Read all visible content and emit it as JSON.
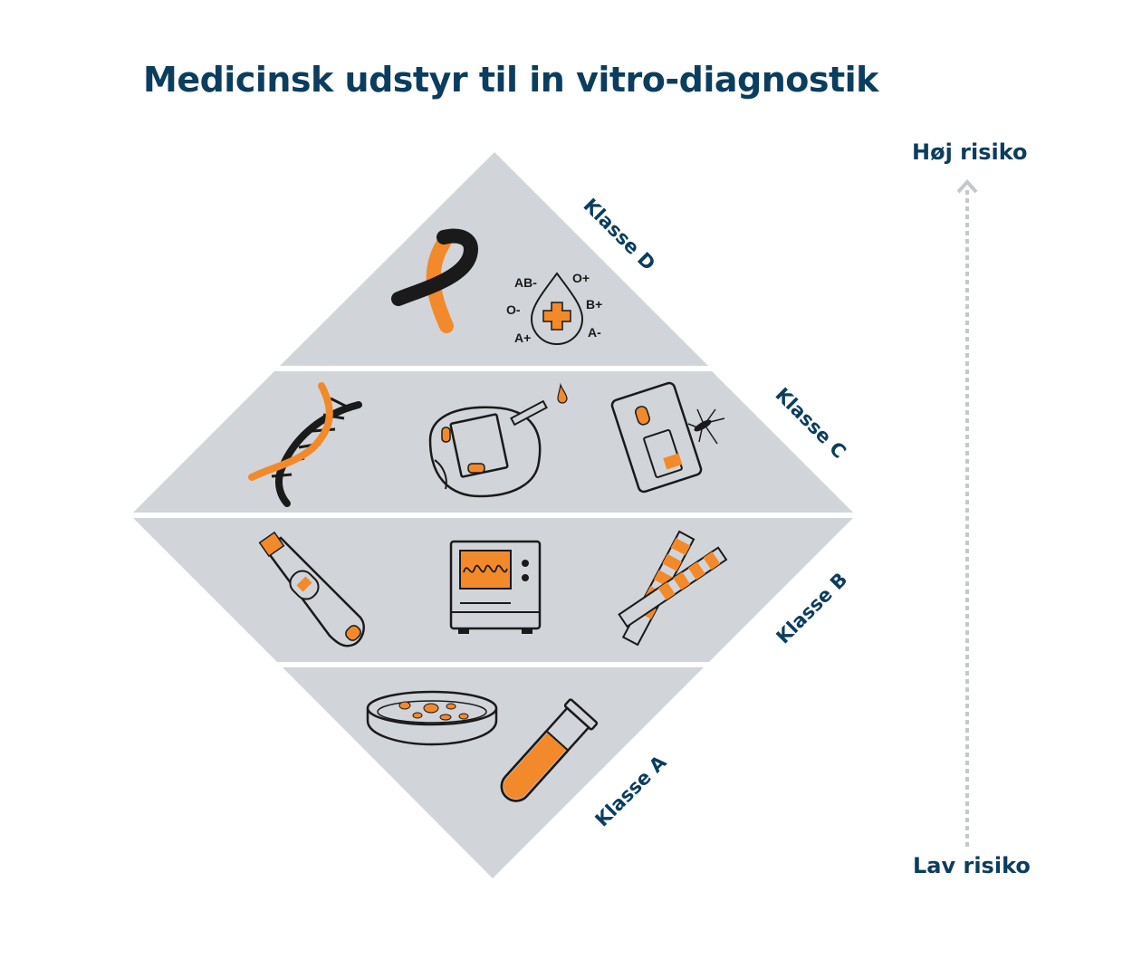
{
  "title": "Medicinsk udstyr til in vitro-diagnostik",
  "risk_axis": {
    "high_label": "Høj risiko",
    "low_label": "Lav risiko"
  },
  "classes": [
    {
      "id": "D",
      "label": "Klasse D",
      "icons": [
        "ribbon-icon",
        "blood-type-icon"
      ]
    },
    {
      "id": "C",
      "label": "Klasse C",
      "icons": [
        "dna-icon",
        "glucose-meter-icon",
        "malaria-test-icon"
      ]
    },
    {
      "id": "B",
      "label": "Klasse B",
      "icons": [
        "pregnancy-test-icon",
        "lab-analyzer-icon",
        "test-strips-icon"
      ]
    },
    {
      "id": "A",
      "label": "Klasse A",
      "icons": [
        "petri-dish-icon",
        "test-tube-icon"
      ]
    }
  ],
  "blood_types": [
    "AB-",
    "O+",
    "O-",
    "B+",
    "A+",
    "A-"
  ],
  "colors": {
    "panel": "#d1d5d9",
    "accent": "#f28a2b",
    "ink": "#1a1a1a",
    "navy": "#0b3d5e",
    "arrow": "#c5c8cb"
  }
}
